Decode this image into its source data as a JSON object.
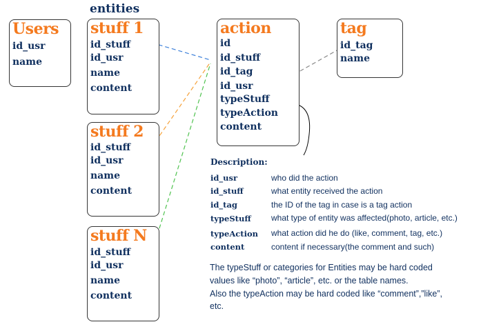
{
  "entities_label": "entities",
  "boxes": {
    "users": {
      "title": "Users",
      "fields": [
        "id_usr",
        "name"
      ]
    },
    "stuff1": {
      "title": "stuff 1",
      "fields": [
        "id_stuff",
        "id_usr",
        "name",
        "content"
      ]
    },
    "stuff2": {
      "title": "stuff 2",
      "fields": [
        "id_stuff",
        "id_usr",
        "name",
        "content"
      ]
    },
    "stuffN": {
      "title": "stuff N",
      "fields": [
        "id_stuff",
        "id_usr",
        "name",
        "content"
      ]
    },
    "action": {
      "title": "action",
      "fields": [
        "id",
        "id_stuff",
        "id_tag",
        "id_usr",
        "typeStuff",
        "typeAction",
        "content"
      ]
    },
    "tag": {
      "title": "tag",
      "fields": [
        "id_tag",
        "name"
      ]
    }
  },
  "description": {
    "heading": "Description:",
    "rows": [
      {
        "field": "id_usr",
        "text": "who did the action"
      },
      {
        "field": "id_stuff",
        "text": "what entity received the action"
      },
      {
        "field": "id_tag",
        "text": "the ID of the tag in case is a tag action"
      },
      {
        "field": "typeStuff",
        "text": "what type of entity was affected(photo, article, etc.)"
      },
      {
        "field": "typeAction",
        "text": "what action did he do (like, comment, tag, etc.)"
      },
      {
        "field": "content",
        "text": "content if necessary(the comment and such)"
      }
    ]
  },
  "notes": [
    "The typeStuff or categories for Entities may be hard coded",
    "values like “photo”, “article”, etc. or the table names.",
    "Also the typeAction may be hard coded like “comment”,”like”,",
    "etc."
  ],
  "colors": {
    "title_orange": "#f47a1f",
    "field_navy": "#0f2f5e",
    "line_blue": "#3b7fd9",
    "line_orange": "#f5a13a",
    "line_green": "#4fc24f",
    "line_gray": "#8a8a8a"
  }
}
